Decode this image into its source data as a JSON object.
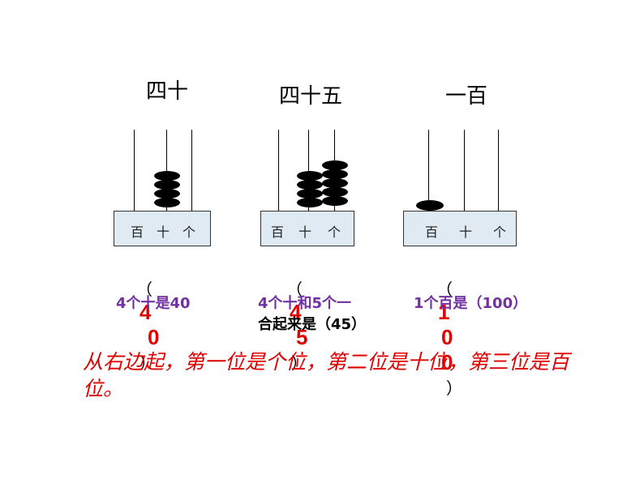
{
  "panels": [
    {
      "title": "四十",
      "place_labels": [
        "百",
        "十",
        "个"
      ],
      "beads": [
        0,
        4,
        0
      ],
      "answer": {
        "open": "（",
        "digits": [
          "4",
          "0"
        ],
        "close": "）"
      },
      "note": [
        "4个十是40"
      ]
    },
    {
      "title": "四十五",
      "place_labels": [
        "百",
        "十",
        "个"
      ],
      "beads": [
        0,
        4,
        5
      ],
      "answer": {
        "open": "（",
        "digits": [
          "4",
          "5"
        ],
        "close": "）"
      },
      "note": [
        "4个十和5个一",
        "合起来是（45）"
      ]
    },
    {
      "title": "一百",
      "place_labels": [
        "百",
        "十",
        "个"
      ],
      "beads": [
        1,
        0,
        0
      ],
      "answer": {
        "open": "（",
        "digits": [
          "1",
          "0",
          "0"
        ],
        "close": "）"
      },
      "note": [
        "1个百是（100）"
      ]
    }
  ],
  "rule": "从右边起，第一位是个位，第二位是十位，第三位是百位。",
  "colors": {
    "answer": "#e00000",
    "note": "#7030a0",
    "rule": "#e00000",
    "frame": "#dfeaf2"
  }
}
